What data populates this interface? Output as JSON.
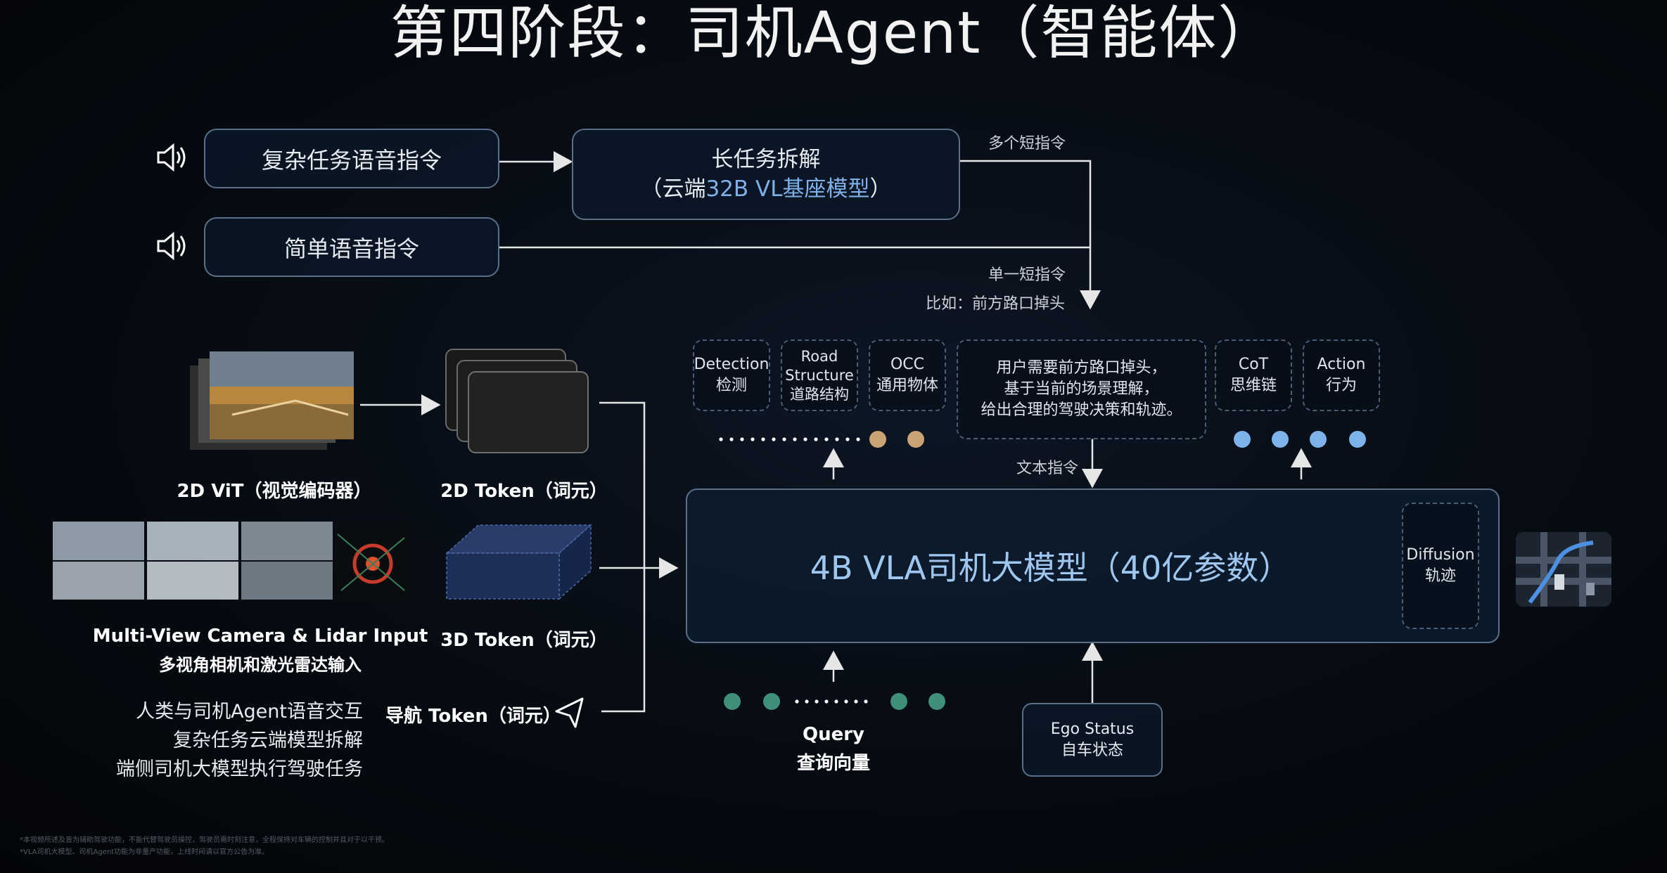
{
  "title": "第四阶段：司机Agent（智能体）",
  "voice_complex": "复杂任务语音指令",
  "voice_simple": "简单语音指令",
  "cloud": {
    "line1": "长任务拆解",
    "line2_prefix": "（云端",
    "line2_accent": "32B VL基座模型",
    "line2_suffix": "）"
  },
  "label_multi_short": "多个短指令",
  "label_single_short": "单一短指令",
  "label_example": "比如：前方路口掉头",
  "label_text_cmd": "文本指令",
  "outputs": {
    "detection": [
      "Detection",
      "检测"
    ],
    "road": [
      "Road",
      "Structure",
      "道路结构"
    ],
    "occ": [
      "OCC",
      "通用物体"
    ],
    "reasoning": [
      "用户需要前方路口掉头，",
      "基于当前的场景理解，",
      "给出合理的驾驶决策和轨迹。"
    ],
    "cot": [
      "CoT",
      "思维链"
    ],
    "action": [
      "Action",
      "行为"
    ]
  },
  "vit_label": "2D ViT（视觉编码器）",
  "token2d_label": "2D Token（词元）",
  "token3d_label": "3D Token（词元）",
  "camera_label_en": "Multi-View Camera & Lidar Input",
  "camera_label_cn": "多视角相机和激光雷达输入",
  "nav_label": "导航 Token（词元）",
  "side_notes": [
    "人类与司机Agent语音交互",
    "复杂任务云端模型拆解",
    "端侧司机大模型执行驾驶任务"
  ],
  "vla": {
    "title": "4B VLA司机大模型（40亿参数）",
    "diffusion": [
      "Diffusion",
      "轨迹"
    ]
  },
  "query": [
    "Query",
    "查询向量"
  ],
  "ego": [
    "Ego Status",
    "自车状态"
  ],
  "footnotes": [
    "*本视频所述及皆为辅助驾驶功能，不能代替驾驶员操控，驾驶员需时刻注意，全程保持对车辆的控制并且对于以干预。",
    "*VLA司机大模型、司机Agent功能为非量产功能，上线时间请以官方公告为准。"
  ],
  "colors": {
    "accent_blue": "#7fb0e8",
    "dot_orange": "#c9a276",
    "dot_blue": "#7db3ea",
    "dot_green": "#3f8f7a",
    "border": "#5a6f88"
  }
}
